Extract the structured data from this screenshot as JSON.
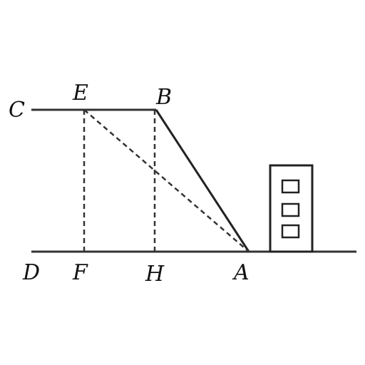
{
  "diagram": {
    "points": [
      {
        "id": "C",
        "label": "C"
      },
      {
        "id": "E",
        "label": "E"
      },
      {
        "id": "B",
        "label": "B"
      },
      {
        "id": "D",
        "label": "D"
      },
      {
        "id": "F",
        "label": "F"
      },
      {
        "id": "H",
        "label": "H"
      },
      {
        "id": "A",
        "label": "A"
      }
    ],
    "segments": [
      {
        "from": "C",
        "to": "B",
        "style": "solid"
      },
      {
        "from": "D",
        "to": "A",
        "style": "solid"
      },
      {
        "from": "B",
        "to": "A",
        "style": "solid"
      },
      {
        "from": "E",
        "to": "F",
        "style": "dashed"
      },
      {
        "from": "B",
        "to": "H",
        "style": "dashed"
      },
      {
        "from": "E",
        "to": "A",
        "style": "dashed"
      }
    ],
    "building": {
      "icon": "building-icon",
      "window_count": 3
    },
    "colors": {
      "stroke": "#333333",
      "text": "#111111"
    }
  }
}
